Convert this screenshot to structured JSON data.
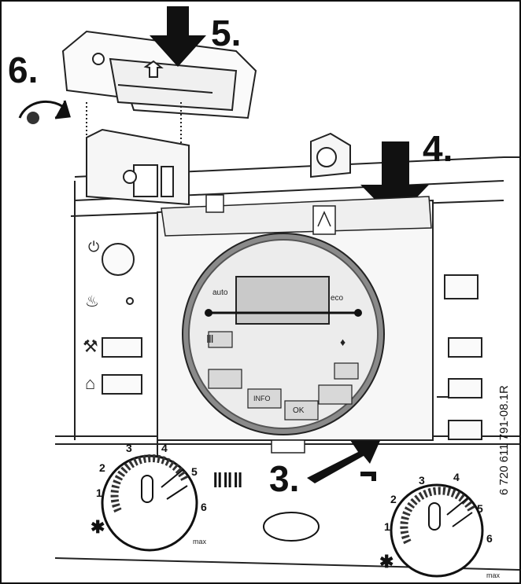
{
  "steps": {
    "s5": "5.",
    "s6": "6.",
    "s4": "4.",
    "s3": "3."
  },
  "display": {
    "auto_label": "auto",
    "eco_label": "eco",
    "ok_label": "OK",
    "info_label": "INFO"
  },
  "dial_heating": {
    "t1": "1",
    "t2": "2",
    "t3": "3",
    "t4": "4",
    "t5": "5",
    "t6": "6",
    "frost": "✱",
    "max": "max"
  },
  "dial_hotwater": {
    "t1": "1",
    "t2": "2",
    "t3": "3",
    "t4": "4",
    "t5": "5",
    "t6": "6",
    "frost": "✱",
    "max": "max"
  },
  "reference": "6 720 611 791-08.1R",
  "colors": {
    "line": "#1a1a1a",
    "panel": "#f4f4f4",
    "screen": "#c9c9c9",
    "ring": "#6a6a6a"
  }
}
